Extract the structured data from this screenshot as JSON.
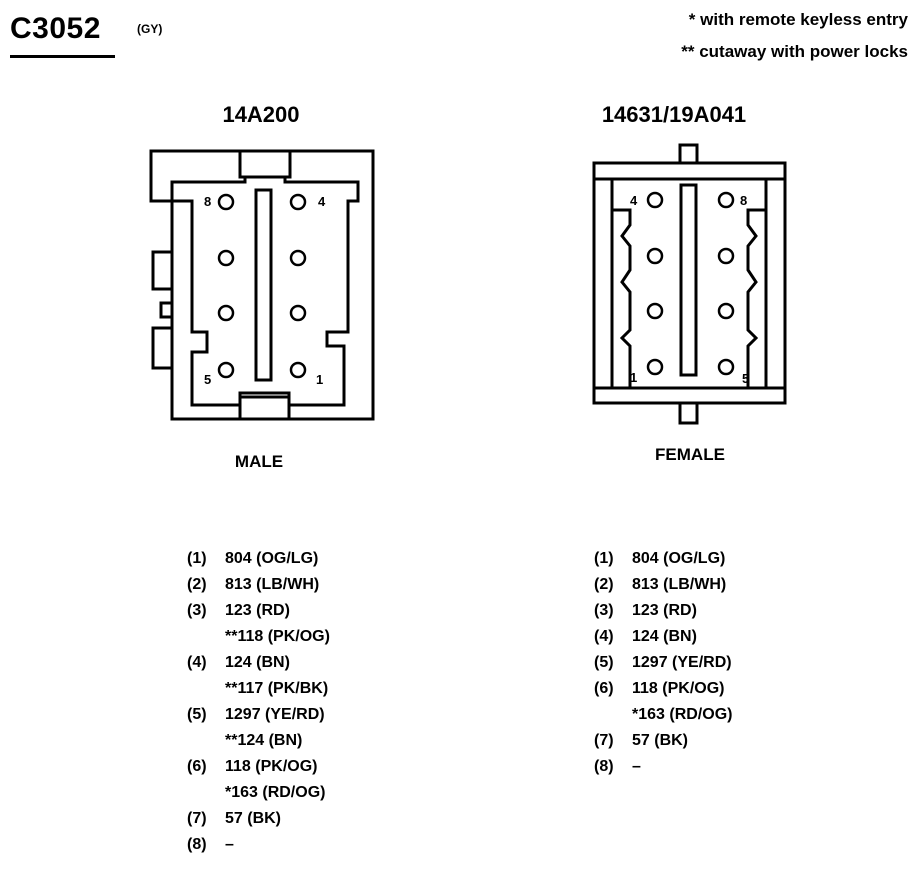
{
  "connector": {
    "id": "C3052",
    "color_code": "(GY)",
    "notes": [
      "* with remote keyless entry",
      "** cutaway with power locks"
    ]
  },
  "left": {
    "part_number": "14A200",
    "gender": "MALE",
    "pin_labels": {
      "top_left": "8",
      "top_right": "4",
      "bottom_left": "5",
      "bottom_right": "1"
    },
    "wires": [
      {
        "pin": "(1)",
        "lines": [
          "804 (OG/LG)"
        ]
      },
      {
        "pin": "(2)",
        "lines": [
          "813 (LB/WH)"
        ]
      },
      {
        "pin": "(3)",
        "lines": [
          "123 (RD)",
          "**118 (PK/OG)"
        ]
      },
      {
        "pin": "(4)",
        "lines": [
          "124 (BN)",
          "**117 (PK/BK)"
        ]
      },
      {
        "pin": "(5)",
        "lines": [
          "1297 (YE/RD)",
          "**124 (BN)"
        ]
      },
      {
        "pin": "(6)",
        "lines": [
          "118 (PK/OG)",
          "*163 (RD/OG)"
        ]
      },
      {
        "pin": "(7)",
        "lines": [
          "57 (BK)"
        ]
      },
      {
        "pin": "(8)",
        "lines": [
          "–"
        ]
      }
    ]
  },
  "right": {
    "part_number": "14631/19A041",
    "gender": "FEMALE",
    "pin_labels": {
      "top_left": "4",
      "top_right": "8",
      "bottom_left": "1",
      "bottom_right": "5"
    },
    "wires": [
      {
        "pin": "(1)",
        "lines": [
          "804 (OG/LG)"
        ]
      },
      {
        "pin": "(2)",
        "lines": [
          "813 (LB/WH)"
        ]
      },
      {
        "pin": "(3)",
        "lines": [
          "123 (RD)"
        ]
      },
      {
        "pin": "(4)",
        "lines": [
          "124 (BN)"
        ]
      },
      {
        "pin": "(5)",
        "lines": [
          "1297 (YE/RD)"
        ]
      },
      {
        "pin": "(6)",
        "lines": [
          "118 (PK/OG)",
          "*163 (RD/OG)"
        ]
      },
      {
        "pin": "(7)",
        "lines": [
          "57 (BK)"
        ]
      },
      {
        "pin": "(8)",
        "lines": [
          "–"
        ]
      }
    ]
  }
}
